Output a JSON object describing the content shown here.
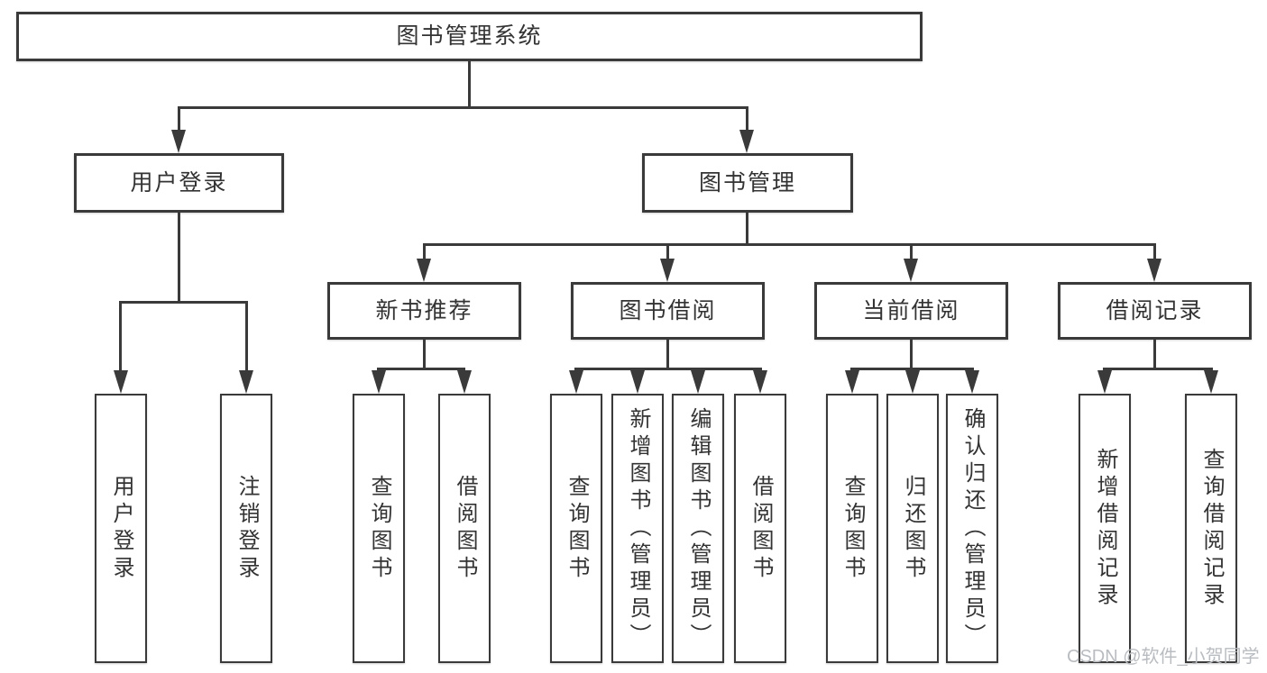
{
  "colors": {
    "line": "#3a3a3a",
    "text": "#333333",
    "watermark": "#b9bcc0",
    "background": "#ffffff"
  },
  "diagram": {
    "root": "图书管理系统",
    "level2": [
      "用户登录",
      "图书管理"
    ],
    "level3": [
      "新书推荐",
      "图书借阅",
      "当前借阅",
      "借阅记录"
    ],
    "leaves": {
      "user": [
        "用户登录",
        "注销登录"
      ],
      "newbook": [
        "查询图书",
        "借阅图书"
      ],
      "borrow": [
        "查询图书",
        "新增图书（管理员）",
        "编辑图书（管理员）",
        "借阅图书"
      ],
      "current": [
        "查询图书",
        "归还图书",
        "确认归还（管理员）"
      ],
      "records": [
        "新增借阅记录",
        "查询借阅记录"
      ]
    },
    "watermark": "CSDN @软件_小贺同学"
  }
}
